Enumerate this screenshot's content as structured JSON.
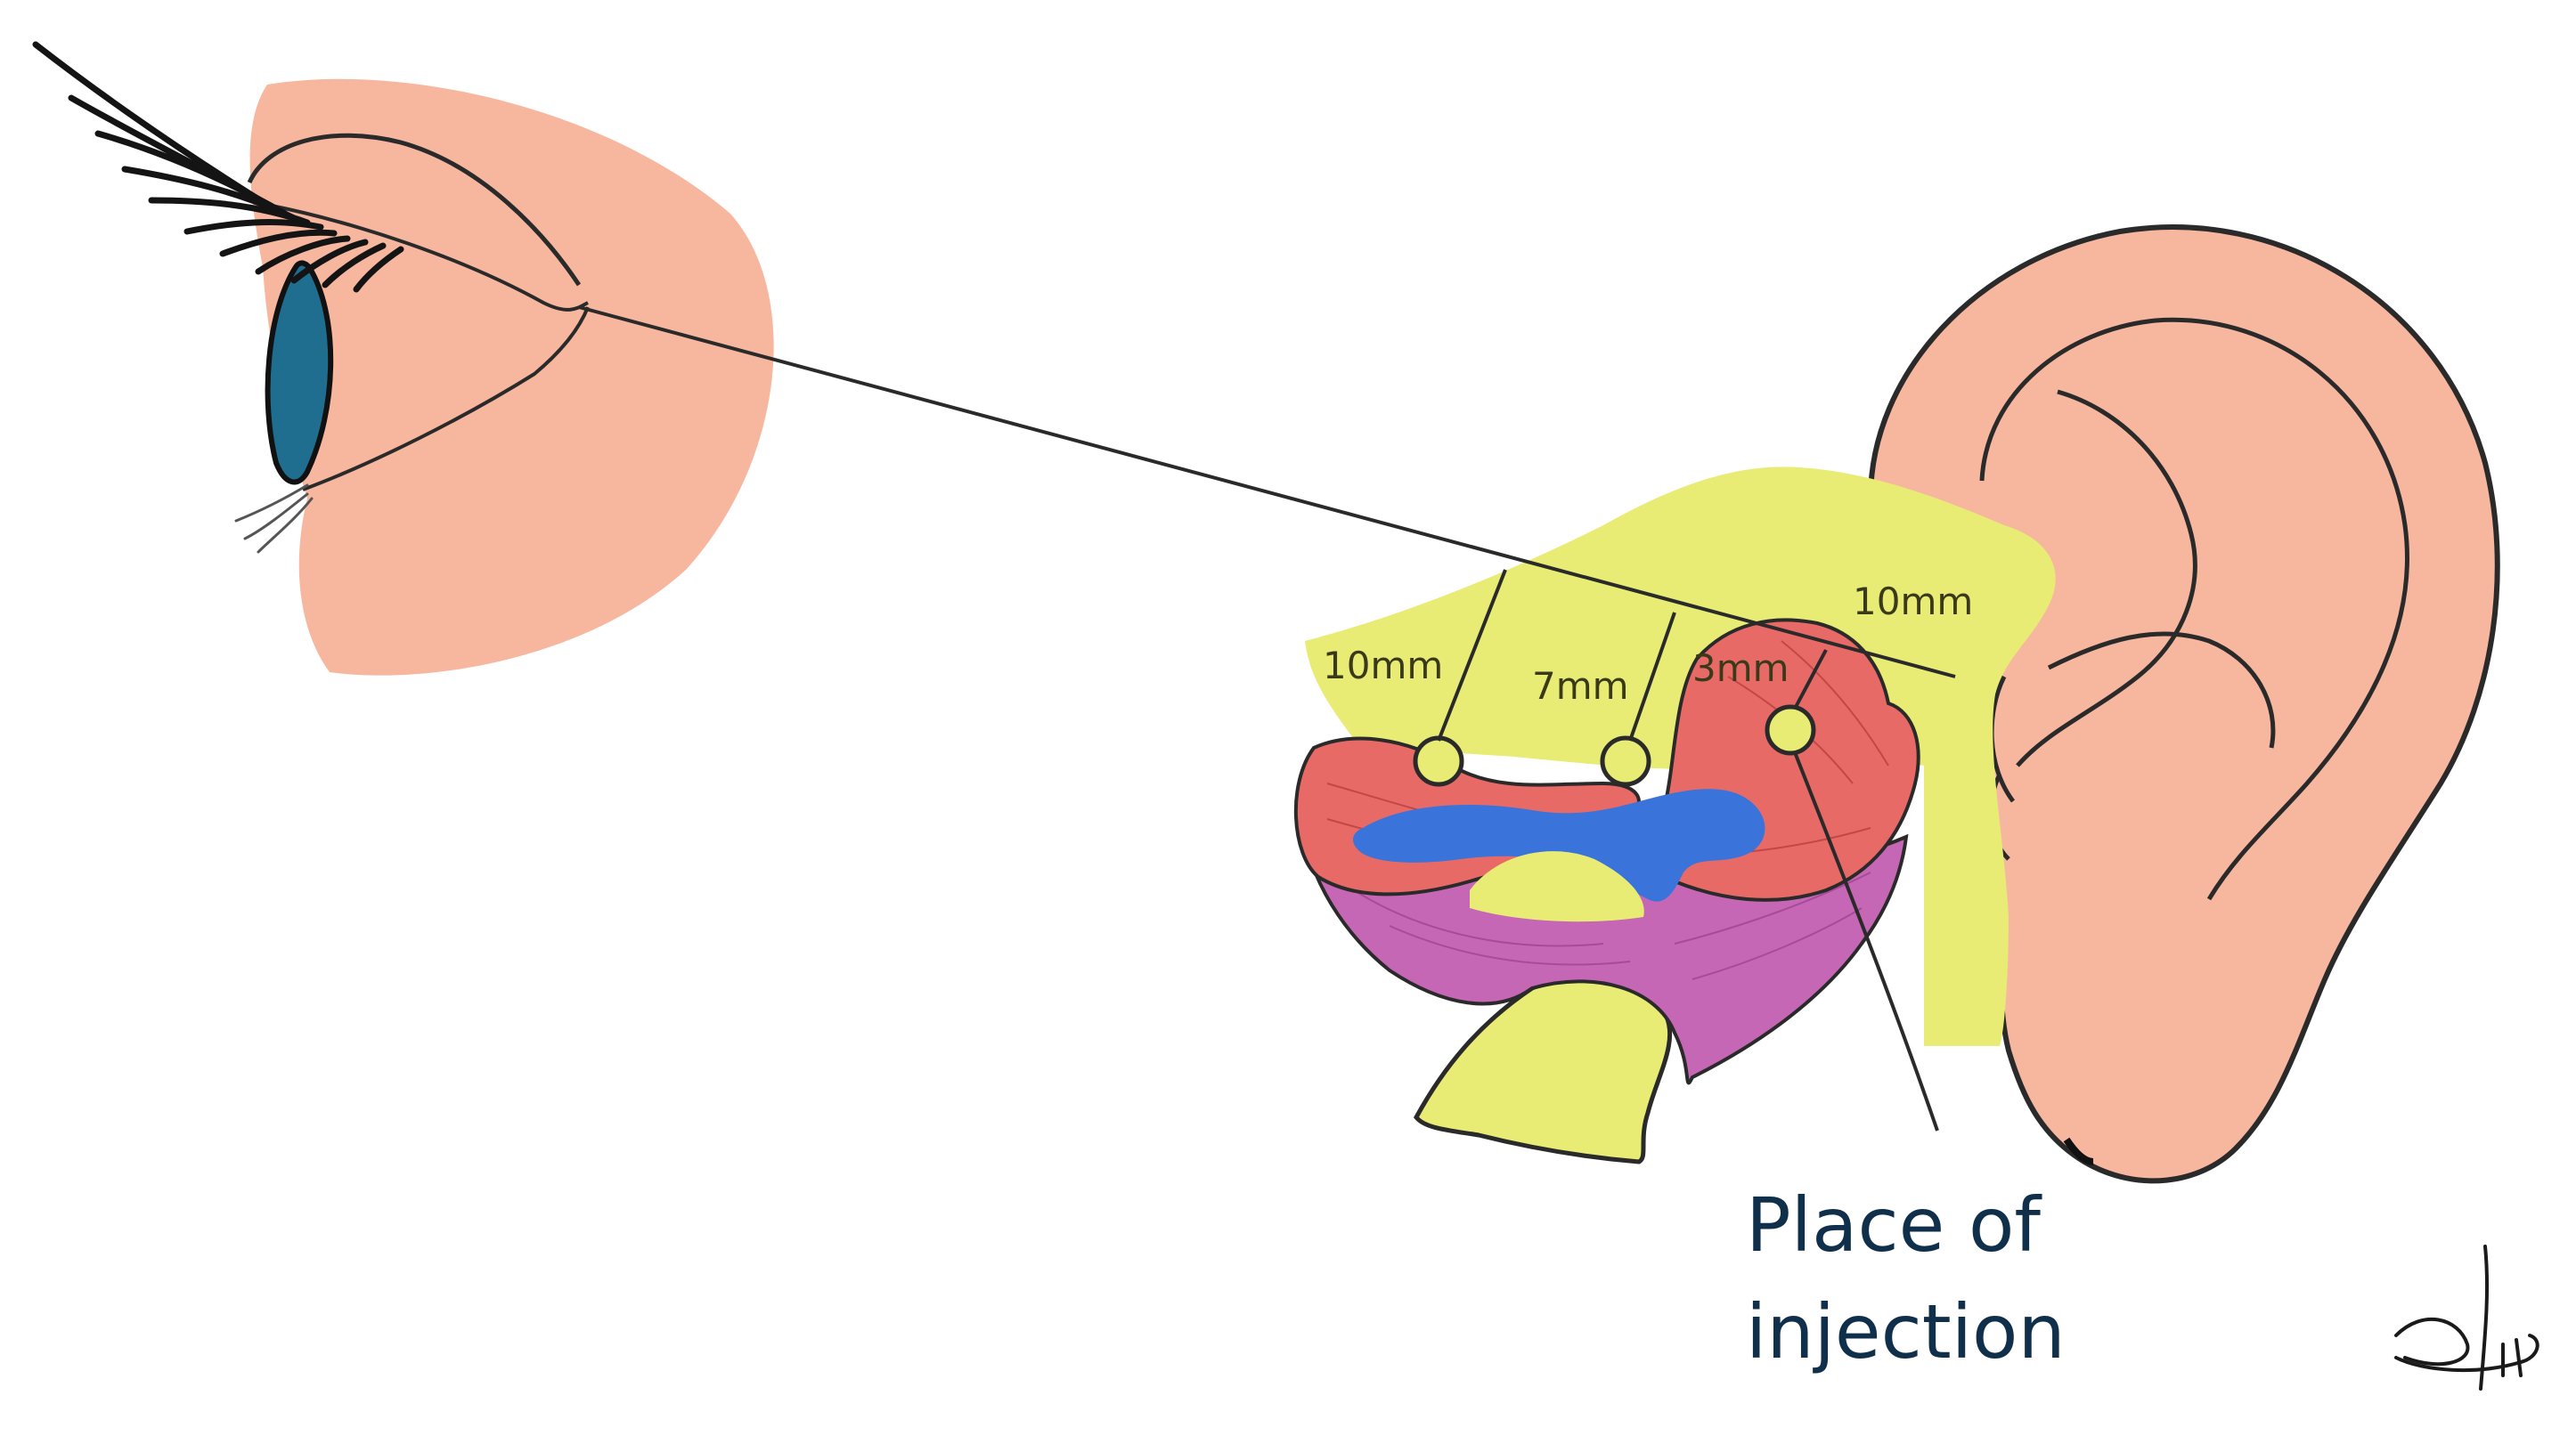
{
  "colors": {
    "skin": "#F7B79F",
    "yellow": "#E8EC75",
    "red_muscle": "#E86A67",
    "blue_structure": "#3A73DA",
    "purple_base": "#C567B5",
    "iris": "#1F6E8F",
    "outline": "#2a2a2a",
    "label_text": "#0f2f4a"
  },
  "labels": {
    "dist_left": "10mm",
    "dist_mid": "7mm",
    "dist_inner": "3mm",
    "dist_right": "10mm",
    "injection_line1": "Place of",
    "injection_line2": "injection"
  },
  "icons": {
    "eye": "eye-icon",
    "ear": "ear-icon",
    "signature": "signature-mark"
  }
}
